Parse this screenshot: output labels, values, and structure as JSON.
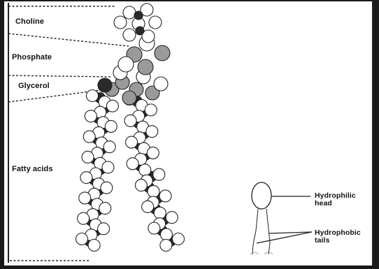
{
  "labels": {
    "choline": "Choline",
    "phosphate": "Phosphate",
    "glycerol": "Glycerol",
    "fatty_acids": "Fatty acids",
    "hydrophilic_line1": "Hydrophilic",
    "hydrophilic_line2": "head",
    "hydrophobic_line1": "Hydrophobic",
    "hydrophobic_line2": "tails"
  },
  "colors": {
    "frame": "#1a1a1a",
    "paper": "#ffffff",
    "atom_light": "#ffffff",
    "atom_gray": "#9a9a9a",
    "atom_dark": "#2a2a2a",
    "ink": "#111111"
  }
}
